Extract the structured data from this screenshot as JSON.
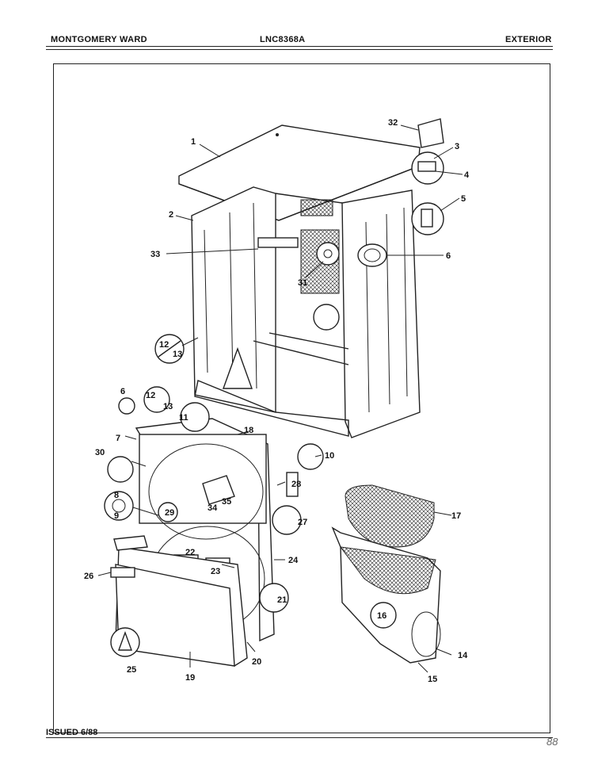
{
  "header": {
    "brand": "MONTGOMERY WARD",
    "model": "LNC8368A",
    "section": "EXTERIOR"
  },
  "footer": {
    "issued": "ISSUED 6/88"
  },
  "corner_mark": "88",
  "callouts": {
    "c1": "1",
    "c2": "2",
    "c3": "3",
    "c4": "4",
    "c5": "5",
    "c6a": "6",
    "c31": "31",
    "c32": "32",
    "c33": "33",
    "c12a": "12",
    "c13a": "13",
    "c6b": "6",
    "c12b": "12",
    "c13b": "13",
    "c11": "11",
    "c18": "18",
    "c7": "7",
    "c30": "30",
    "c10": "10",
    "c28": "28",
    "c8": "8",
    "c9": "9",
    "c29": "29",
    "c34": "34",
    "c35": "35",
    "c27": "27",
    "c22": "22",
    "c23": "23",
    "c24": "24",
    "c26": "26",
    "c21": "21",
    "c25": "25",
    "c20": "20",
    "c19": "19",
    "c17": "17",
    "c16": "16",
    "c14": "14",
    "c15": "15"
  }
}
